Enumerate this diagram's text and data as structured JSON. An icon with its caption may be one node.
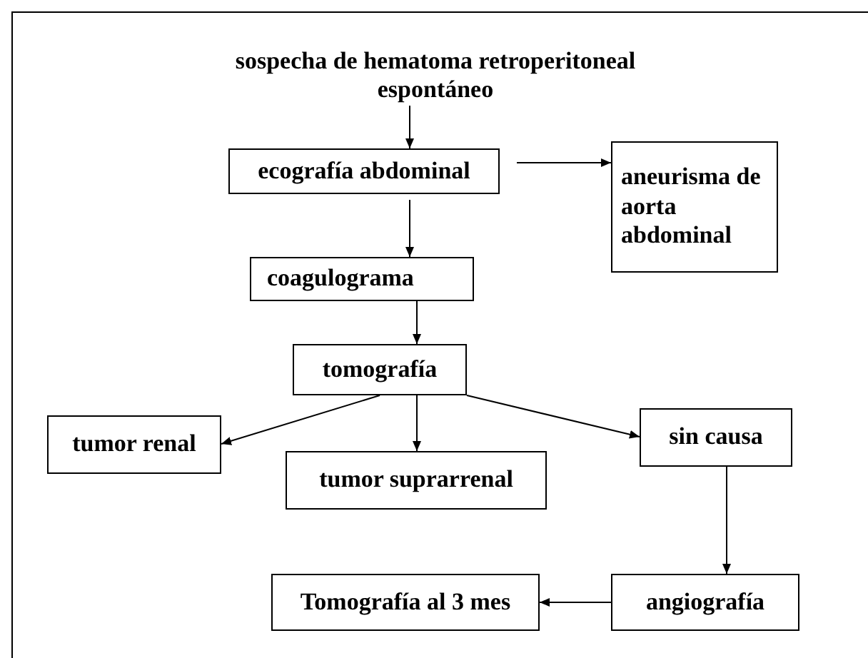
{
  "diagram": {
    "nodes": [
      {
        "text": [
          "sospecha de hematoma retroperitoneal espontáneo"
        ]
      },
      {
        "text": [
          "ecografía abdominal"
        ]
      },
      {
        "text": [
          "aneurisma de aorta abdominal"
        ]
      },
      {
        "text": [
          "coagulograma"
        ]
      },
      {
        "text": [
          "tomografía"
        ]
      },
      {
        "text": [
          "tumor renal"
        ]
      },
      {
        "text": [
          "tumor suprarrenal"
        ]
      },
      {
        "text": [
          "sin causa"
        ]
      },
      {
        "text": [
          "Tomografía al 3 mes"
        ]
      },
      {
        "text": [
          "angiografía"
        ]
      }
    ],
    "edges": [
      {
        "from": 0,
        "to": 1,
        "arrow": "to"
      },
      {
        "from": 1,
        "to": 2,
        "arrow": "to"
      },
      {
        "from": 1,
        "to": 3,
        "arrow": "to"
      },
      {
        "from": 3,
        "to": 4,
        "arrow": "to"
      },
      {
        "from": 4,
        "to": 5,
        "arrow": "to"
      },
      {
        "from": 4,
        "to": 6,
        "arrow": "to"
      },
      {
        "from": 4,
        "to": 7,
        "arrow": "to"
      },
      {
        "from": 7,
        "to": 9,
        "arrow": "to"
      },
      {
        "from": 9,
        "to": 8,
        "arrow": "to"
      }
    ]
  }
}
